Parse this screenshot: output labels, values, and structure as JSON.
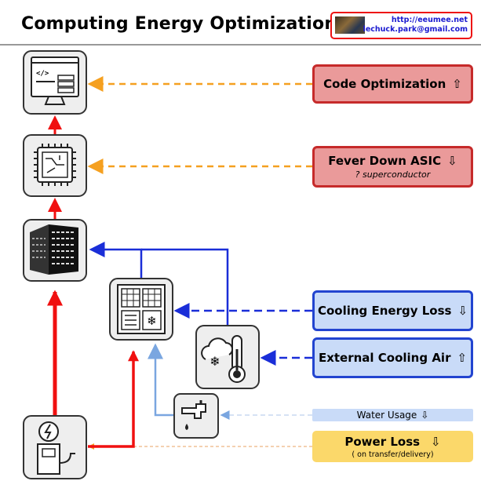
{
  "header": {
    "title": "Computing Energy Optimization",
    "credit_url": "http://eeumee.net",
    "credit_email": "lechuck.park@gmail.com"
  },
  "icons": [
    "code-monitor-icon",
    "asic-chip-icon",
    "server-rack-icon",
    "cooling-unit-icon",
    "weather-thermometer-icon",
    "water-faucet-icon",
    "power-supply-icon"
  ],
  "boxes": {
    "code_opt": {
      "label": "Code Optimization",
      "arrow": "⇧"
    },
    "asic": {
      "label": "Fever Down ASIC",
      "arrow": "⇩",
      "sub": "? superconductor"
    },
    "cooling_loss": {
      "label": "Cooling Energy Loss",
      "arrow": "⇩"
    },
    "external_air": {
      "label": "External Cooling Air",
      "arrow": "⇧"
    },
    "water": {
      "label": "Water Usage",
      "arrow": "⇩"
    },
    "power_loss": {
      "label": "Power Loss",
      "arrow": "⇩",
      "sub": "( on transfer/delivery)"
    }
  },
  "colors": {
    "red_box": "#ea9a9a",
    "red_border": "#c62a2a",
    "blue_box": "#c9dbf8",
    "blue_border": "#2244d0",
    "yellow_box": "#fbd86a",
    "orange_arrow": "#f5a020",
    "red_arrow": "#f01010",
    "blue_arrow": "#1a2ed8",
    "light_blue_arrow": "#7aa6e0"
  }
}
